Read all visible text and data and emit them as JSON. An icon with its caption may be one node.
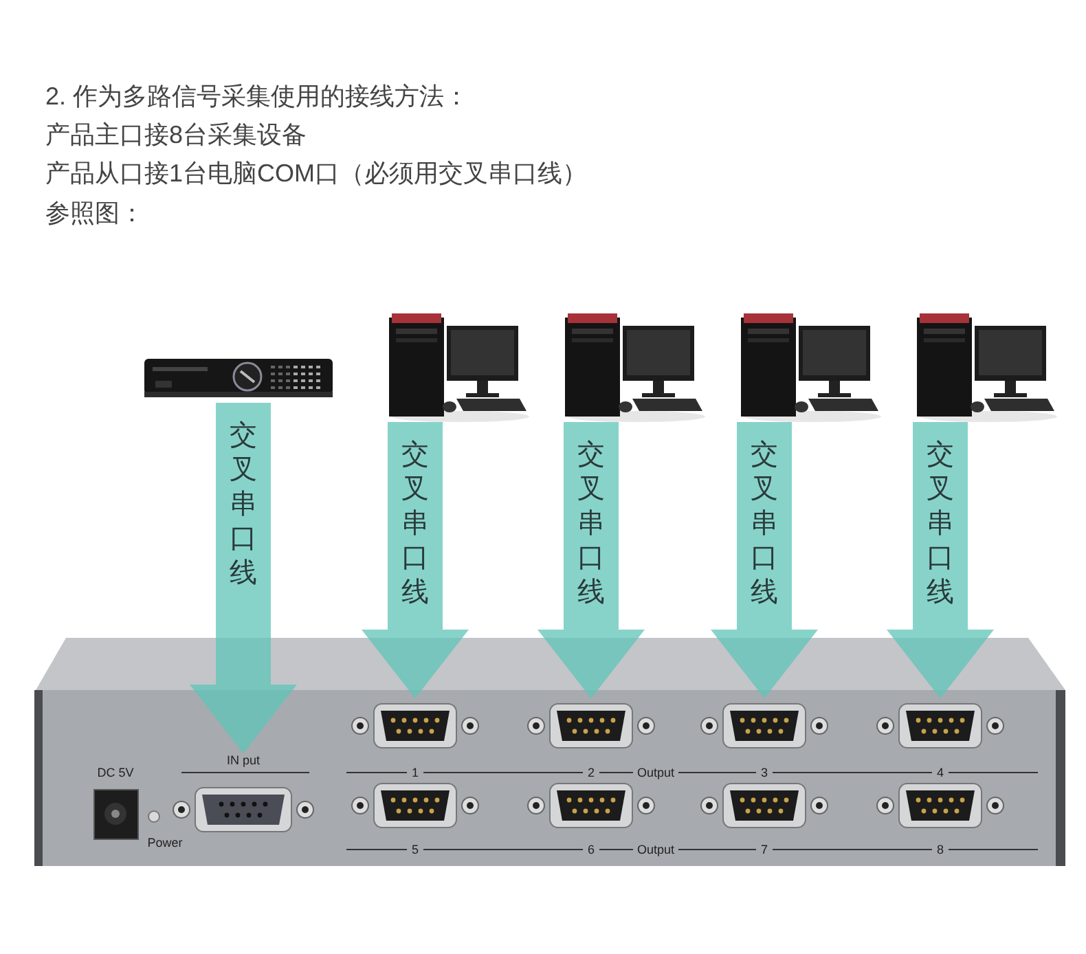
{
  "diagram": {
    "title": "2. 作为多路信号采集使用的接线方法：",
    "nodes": [
      {
        "text": [],
        "shape": "picture"
      },
      {
        "text": [],
        "shape": "picture"
      },
      {
        "text": [],
        "shape": "picture"
      },
      {
        "text": [],
        "shape": "picture"
      },
      {
        "text": [],
        "shape": "picture"
      },
      {
        "text": [],
        "shape": "picture"
      },
      {
        "text": [
          "IN put"
        ],
        "in": 5
      },
      {
        "text": [
          "1"
        ],
        "in": 5
      },
      {
        "text": [
          "2"
        ],
        "in": 5
      },
      {
        "text": [
          "3"
        ],
        "in": 5
      },
      {
        "text": [
          "4"
        ],
        "in": 5
      },
      {
        "text": [
          "5"
        ],
        "in": 5
      },
      {
        "text": [
          "6"
        ],
        "in": 5
      },
      {
        "text": [
          "7"
        ],
        "in": 5
      },
      {
        "text": [
          "8"
        ],
        "in": 5
      }
    ],
    "edges": [
      {
        "from": 0,
        "to": 6,
        "arrow": "to",
        "label": "交叉串口线"
      },
      {
        "from": 1,
        "to": 7,
        "arrow": "to",
        "label": "交叉串口线"
      },
      {
        "from": 2,
        "to": 8,
        "arrow": "to",
        "label": "交叉串口线"
      },
      {
        "from": 3,
        "to": 9,
        "arrow": "to",
        "label": "交叉串口线"
      },
      {
        "from": 4,
        "to": 10,
        "arrow": "to",
        "label": "交叉串口线"
      }
    ],
    "labels": [
      "产品主口接8台采集设备",
      "产品从口接1台电脑COM口（必须用交叉串口线）",
      "参照图：",
      "DC 5V",
      "Power",
      "Output",
      "Output"
    ]
  }
}
